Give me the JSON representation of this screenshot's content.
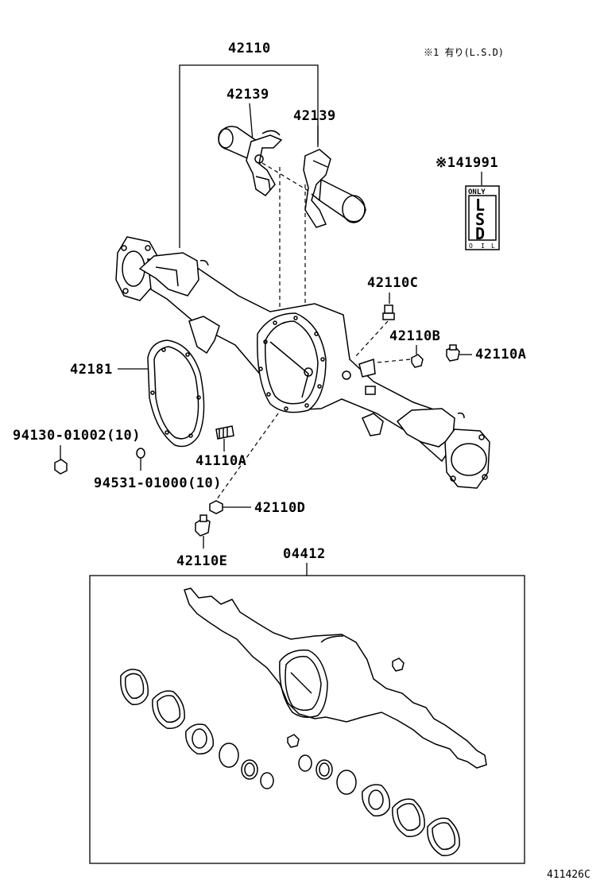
{
  "diagram": {
    "figure_id": "411426C",
    "note_top": "※1 有り(L.S.D)",
    "labels": {
      "p42110": "42110",
      "p42139_left": "42139",
      "p42139_right": "42139",
      "p41991": "※141991",
      "p42110C": "42110C",
      "p42110B": "42110B",
      "p42110A": "42110A",
      "p42181": "42181",
      "p94130": "94130-01002(10)",
      "p94531": "94531-01000(10)",
      "p41110A": "41110A",
      "p42110D": "42110D",
      "p42110E": "42110E",
      "p04412": "04412"
    },
    "lsd_label": {
      "top": "ONLY",
      "letters": [
        "L",
        "S",
        "D"
      ],
      "bottom": [
        "O",
        "I",
        "L"
      ]
    }
  }
}
